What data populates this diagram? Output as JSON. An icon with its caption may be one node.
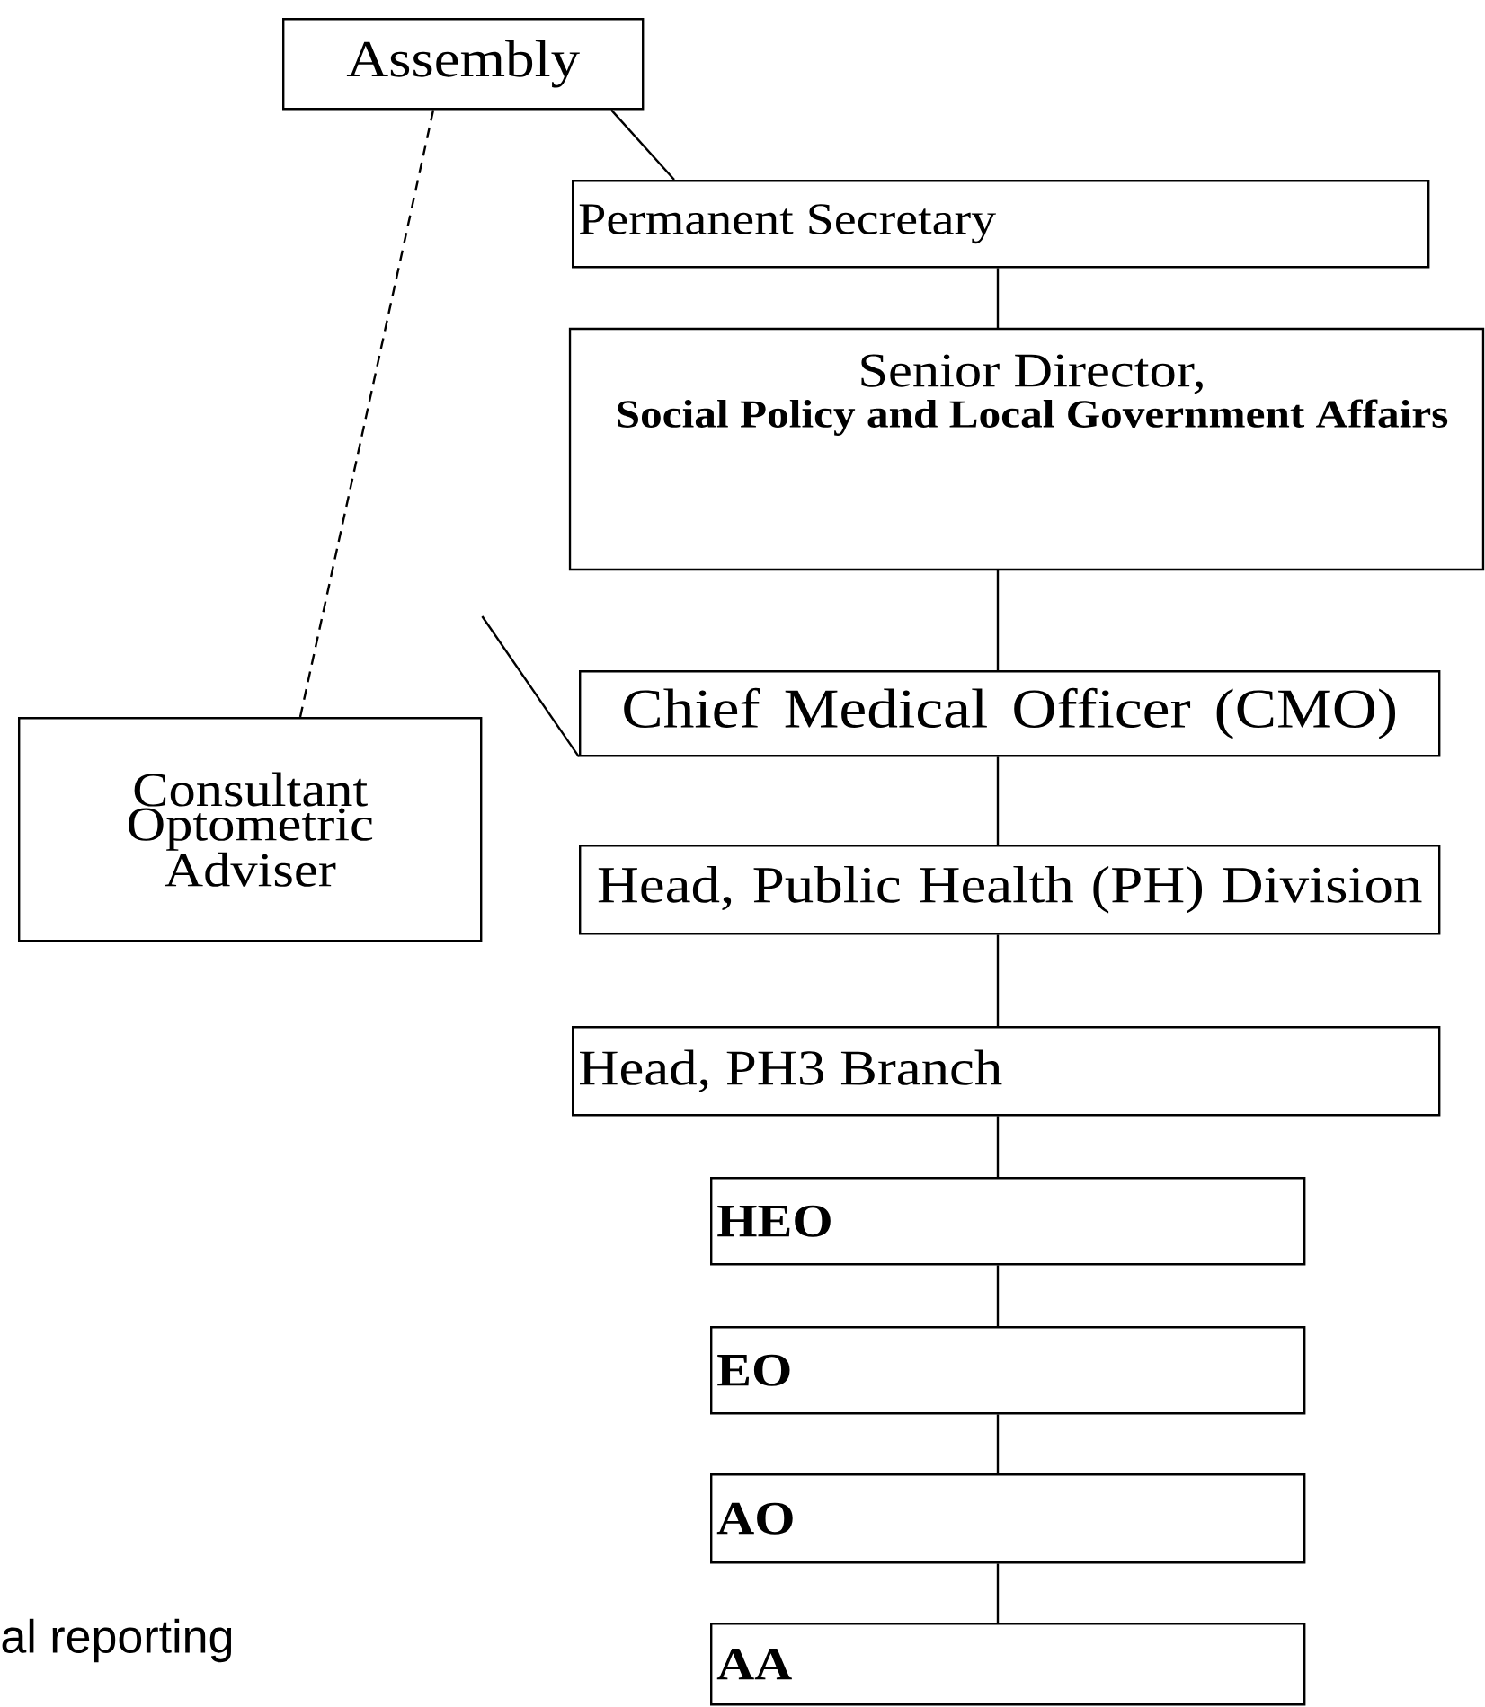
{
  "diagram": {
    "nodes": [
      {
        "text": [
          "Assembly"
        ]
      },
      {
        "text": [
          "Permanent Secretary"
        ]
      },
      {
        "text": [
          "Senior Director,",
          "Social Policy and Local Government Affairs"
        ]
      },
      {
        "text": [
          "Chief Medical Officer (CMO)"
        ]
      },
      {
        "text": [
          "Consultant Optometric Adviser"
        ]
      },
      {
        "text": [
          "Head, Public Health (PH) Division"
        ]
      },
      {
        "text": [
          "Head, PH3 Branch"
        ]
      },
      {
        "text": [
          "HEO"
        ]
      },
      {
        "text": [
          "EO"
        ]
      },
      {
        "text": [
          "AO"
        ]
      },
      {
        "text": [
          "AA"
        ]
      }
    ],
    "edges": [
      {
        "from": 0,
        "to": 1,
        "arrow": "none"
      },
      {
        "from": 0,
        "to": 4,
        "arrow": "none",
        "style": "dashed"
      },
      {
        "from": 1,
        "to": 2,
        "arrow": "none"
      },
      {
        "from": 2,
        "to": 3,
        "arrow": "none"
      },
      {
        "from": 3,
        "to": 4,
        "arrow": "none"
      },
      {
        "from": 3,
        "to": 5,
        "arrow": "none"
      },
      {
        "from": 5,
        "to": 6,
        "arrow": "none"
      },
      {
        "from": 6,
        "to": 7,
        "arrow": "none"
      },
      {
        "from": 7,
        "to": 8,
        "arrow": "none"
      },
      {
        "from": 8,
        "to": 9,
        "arrow": "none"
      },
      {
        "from": 9,
        "to": 10,
        "arrow": "none"
      }
    ],
    "labels": [
      "al reporting"
    ]
  }
}
